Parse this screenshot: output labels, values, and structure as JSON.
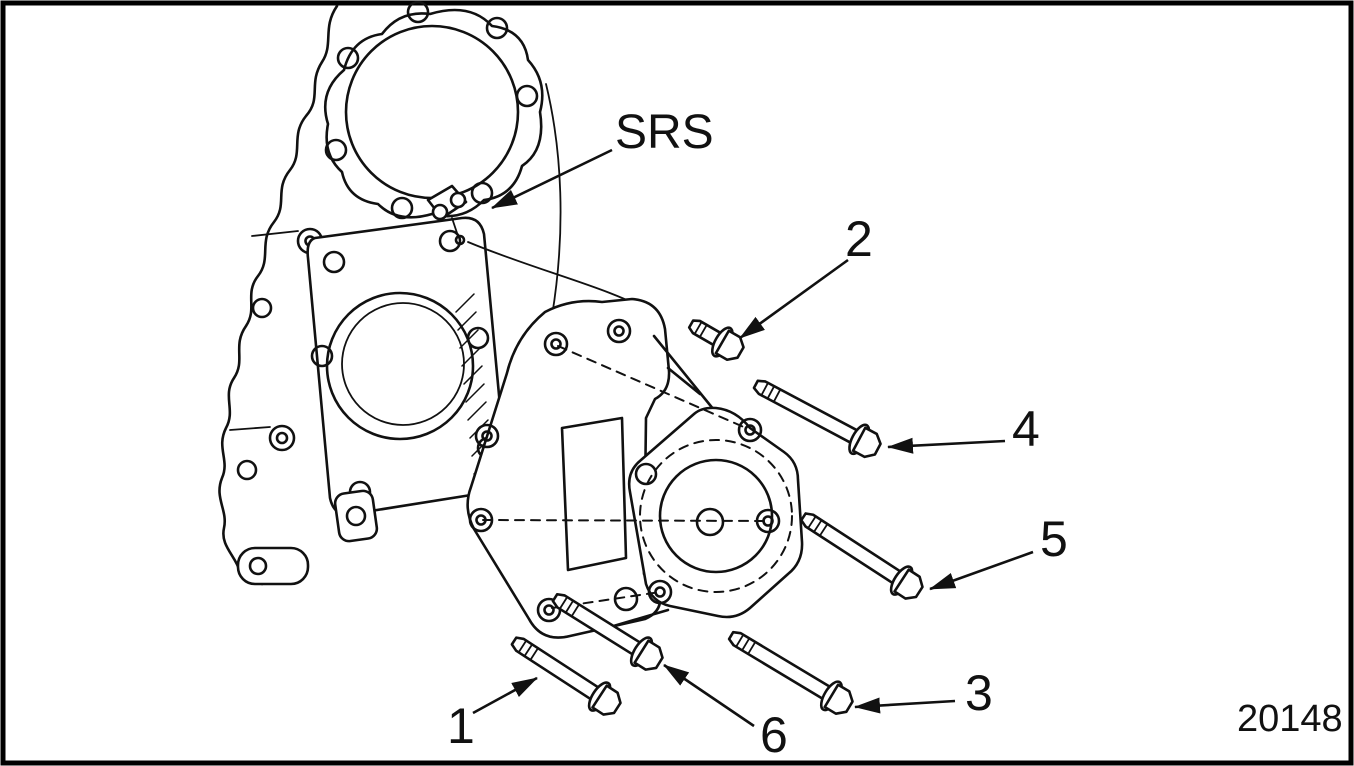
{
  "figure": {
    "figure_number": "20148",
    "callouts": {
      "srs": "SRS",
      "c1": "1",
      "c2": "2",
      "c3": "3",
      "c4": "4",
      "c5": "5",
      "c6": "6"
    }
  },
  "colors": {
    "line": "#111111",
    "background": "#ffffff",
    "frame": "#000000"
  }
}
